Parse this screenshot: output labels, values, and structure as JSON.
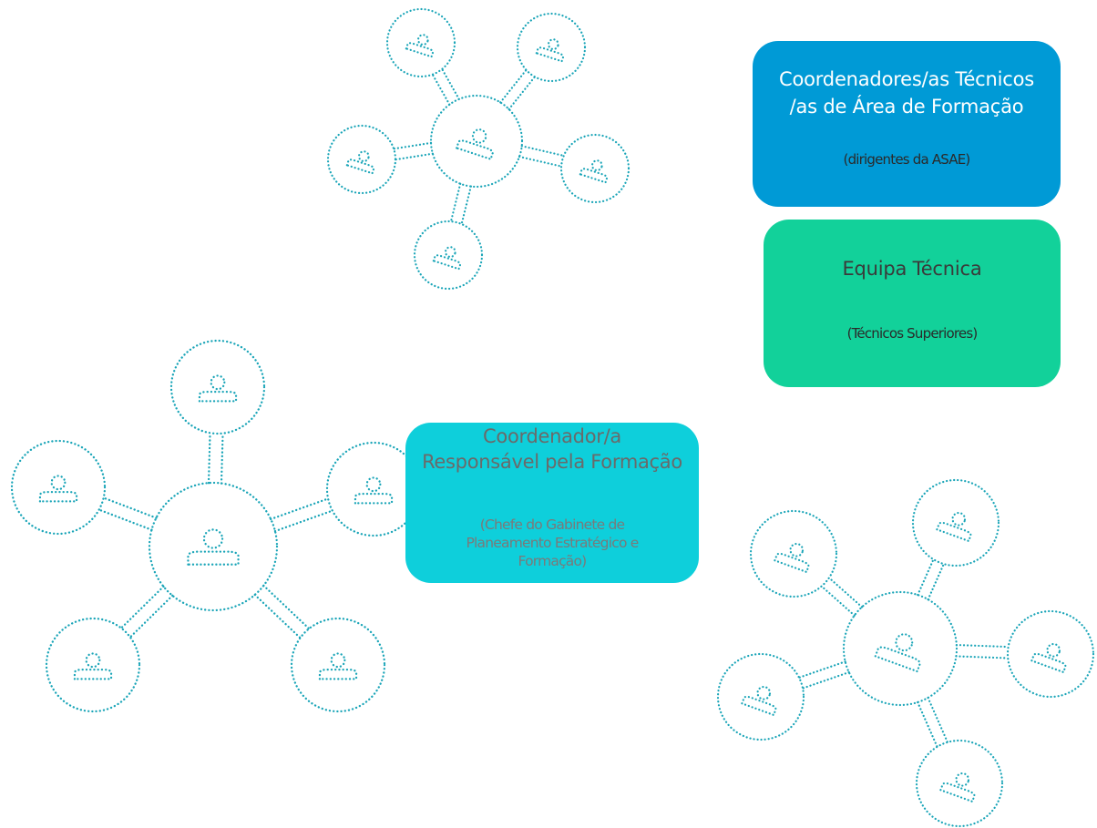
{
  "colors": {
    "network_stroke": "#1aa5b8",
    "coordenadores_box": "#009ad6",
    "equipa_box": "#12d19a",
    "responsavel_box": "#0ecfdb"
  },
  "icons": [
    "user-network-icon",
    "user-icon"
  ],
  "boxes": {
    "coordenadores_tecnicos": {
      "title_line1": "Coordenadores/as Técnicos",
      "title_line2": "/as de Área de Formação",
      "subtitle": "(dirigentes da ASAE)"
    },
    "equipa_tecnica": {
      "title": "Equipa Técnica",
      "subtitle": "(Técnicos Superiores)"
    },
    "coordenador_responsavel": {
      "title_line1": "Coordenador/a",
      "title_line2": "Responsável pela Formação",
      "subtitle_line1": "(Chefe do Gabinete de",
      "subtitle_line2": "Planeamento Estratégico e",
      "subtitle_line3": "Formação)"
    }
  }
}
